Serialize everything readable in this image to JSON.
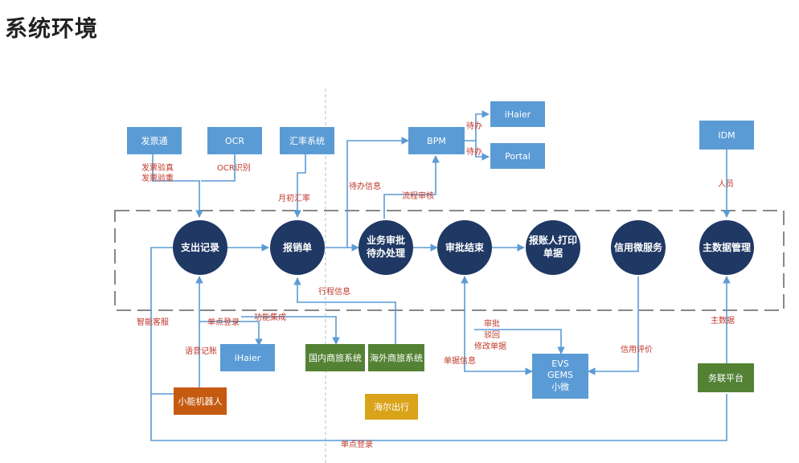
{
  "title": "系统环境",
  "colors": {
    "blue_box": "#5b9bd5",
    "navy_circle": "#1f3864",
    "green_box": "#548235",
    "orange_box": "#c55a11",
    "gold_box": "#d9a31a",
    "red_label": "#c0392b",
    "line": "#5b9bd5",
    "dash_frame": "#888888"
  },
  "boxes": {
    "fapiaotong": "发票通",
    "ocr": "OCR",
    "huilv": "汇率系统",
    "bpm": "BPM",
    "ihaier_top": "iHaier",
    "portal": "Portal",
    "idm": "IDM",
    "ihaier_mid": "iHaier",
    "guonei": "国内商旅系统",
    "haiwai": "海外商旅系统",
    "robot": "小能机器人",
    "haier_travel": "海尔出行",
    "evs_1": "EVS",
    "evs_2": "GEMS",
    "evs_3": "小微",
    "wulian": "务联平台"
  },
  "circles": {
    "zhichu": "支出记录",
    "baoxiao": "报销单",
    "shenpi_1": "业务审批",
    "shenpi_2": "待办处理",
    "jieshu": "审批结束",
    "dayin_1": "报账人打印",
    "dayin_2": "单据",
    "xinyong": "信用微服务",
    "zhushuju": "主数据管理"
  },
  "labels": {
    "fapiao_1": "发票验真",
    "fapiao_2": "发票验重",
    "ocr_shibie": "OCR识别",
    "yuechu": "月初汇率",
    "daiban_info": "待办信息",
    "liucheng": "流程审核",
    "daiban_1": "待办",
    "daiban_2": "待办",
    "renyuan": "人员",
    "xingcheng": "行程信息",
    "gongneng": "功能集成",
    "dandian_1": "单点登录",
    "zhineng": "智能客服",
    "yuyin": "语音记账",
    "shenpi": "审批",
    "bohui": "驳回",
    "xiugai": "修改单据",
    "danju": "单据信息",
    "xinyong_pj": "信用评价",
    "zhushuju_lbl": "主数据",
    "dandian_2": "单点登录"
  }
}
